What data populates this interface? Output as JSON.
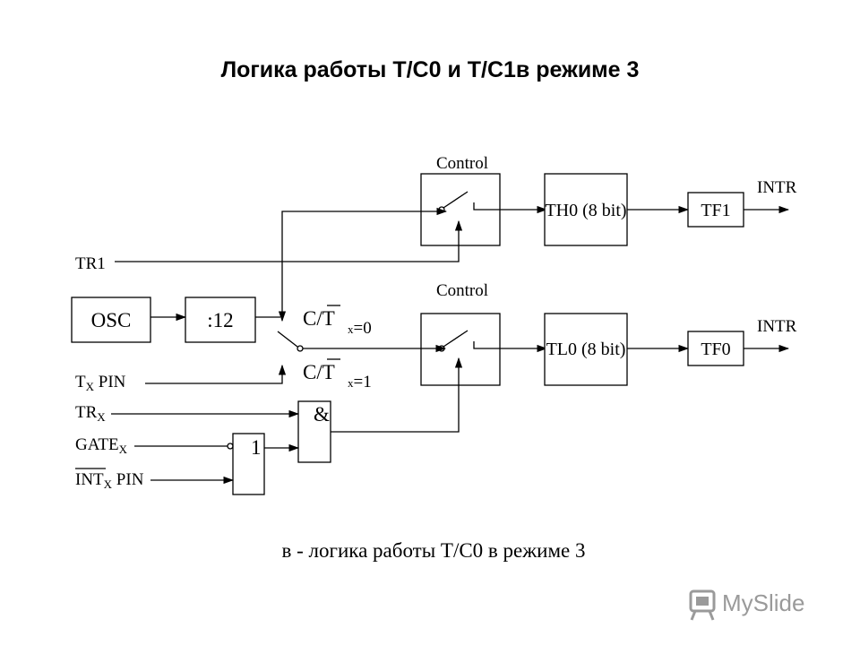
{
  "title": "Логика работы Т/С0 и Т/С1в режиме 3",
  "caption": "в - логика работы T/C0 в режиме 3",
  "blocks": {
    "control_top": "Control",
    "control_bottom": "Control",
    "th0": "TH0 (8 bit)",
    "tl0": "TL0 (8 bit)",
    "tf1": "TF1",
    "tf0": "TF0",
    "osc": "OSC",
    "div12": ":12",
    "and_gate": "&",
    "or_gate": "1"
  },
  "signals": {
    "intr_top": "INTR",
    "intr_bottom": "INTR",
    "tr1": "TR1",
    "tx_pin_main": "T",
    "tx_pin_sub": "X",
    "tx_pin_tail": " PIN",
    "trx_main": "TR",
    "trx_sub": "X",
    "gatex_main": "GATE",
    "gatex_sub": "X",
    "intx_main": "INT",
    "intx_sub": "X",
    "intx_tail": " PIN",
    "ct_c": "C/",
    "ct_t": "T",
    "ct0_sub": "x",
    "ct0_val": "=0",
    "ct1_sub": "x",
    "ct1_val": "=1"
  },
  "watermark": "MySlide"
}
